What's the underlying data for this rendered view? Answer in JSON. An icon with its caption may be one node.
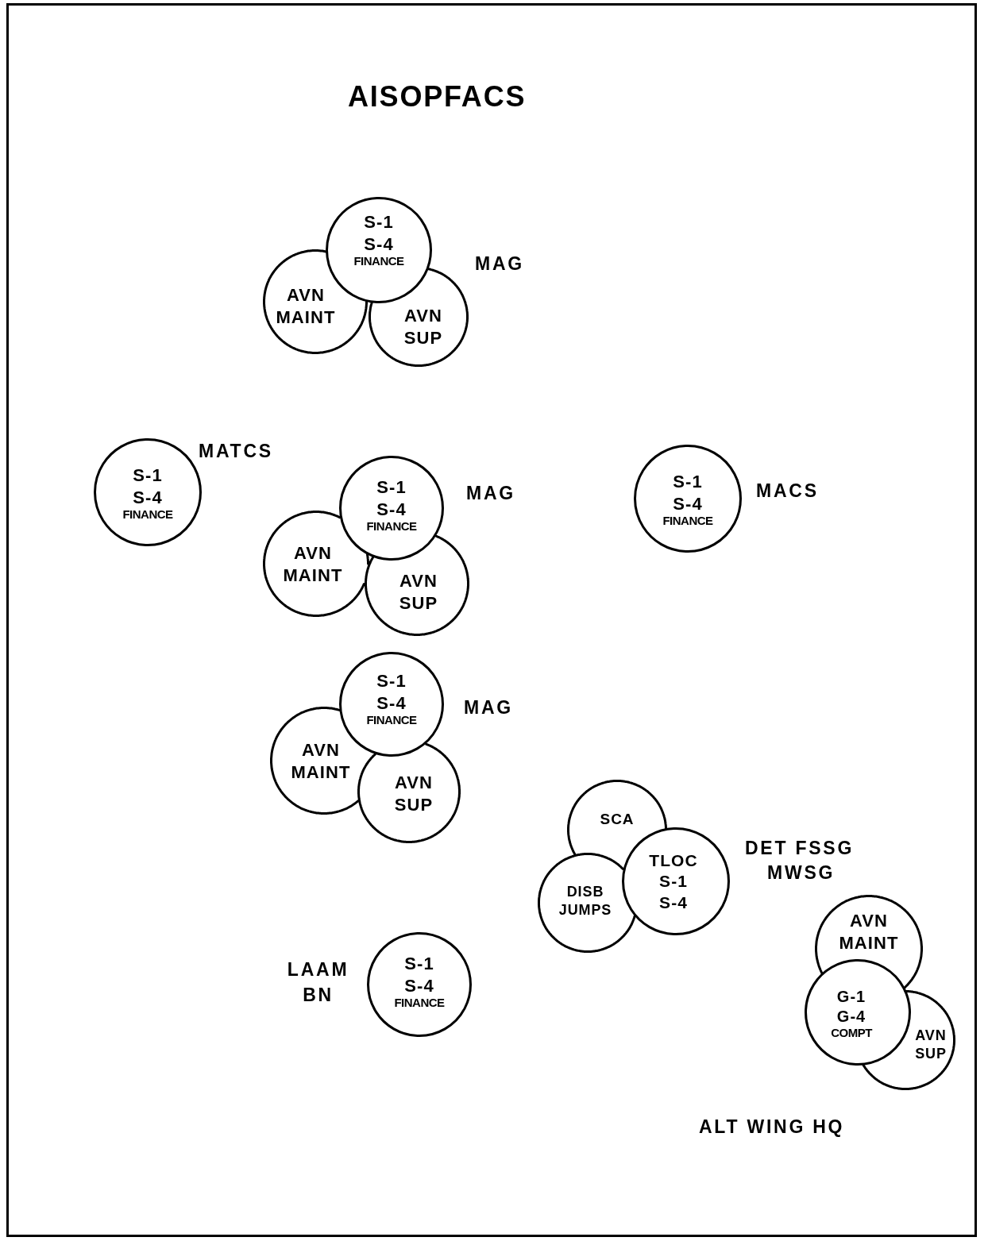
{
  "diagram": {
    "title": "AISOPFACS",
    "nodes": [
      {
        "text": [
          "S-1",
          "S-4",
          "FINANCE"
        ]
      },
      {
        "text": [
          "AVN MAINT"
        ]
      },
      {
        "text": [
          "AVN SUP"
        ]
      },
      {
        "text": [
          "S-1",
          "S-4",
          "FINANCE"
        ]
      },
      {
        "text": [
          "S-1",
          "S-4",
          "FINANCE"
        ]
      },
      {
        "text": [
          "AVN MAINT"
        ]
      },
      {
        "text": [
          "AVN SUP"
        ]
      },
      {
        "text": [
          "S-1",
          "S-4",
          "FINANCE"
        ]
      },
      {
        "text": [
          "S-1",
          "S-4",
          "FINANCE"
        ]
      },
      {
        "text": [
          "AVN MAINT"
        ]
      },
      {
        "text": [
          "AVN SUP"
        ]
      },
      {
        "text": [
          "SCA"
        ]
      },
      {
        "text": [
          "TLOC",
          "S-1",
          "S-4"
        ]
      },
      {
        "text": [
          "DISB JUMPS"
        ]
      },
      {
        "text": [
          "S-1",
          "S-4",
          "FINANCE"
        ]
      },
      {
        "text": [
          "AVN MAINT"
        ]
      },
      {
        "text": [
          "G-1",
          "G-4",
          "COMPT"
        ]
      },
      {
        "text": [
          "AVN SUP"
        ]
      }
    ],
    "labels": [
      "MAG",
      "MATCS",
      "MAG",
      "MACS",
      "MAG",
      "DET FSSG",
      "MWSG",
      "LAAM BN",
      "ALT WING HQ"
    ]
  }
}
